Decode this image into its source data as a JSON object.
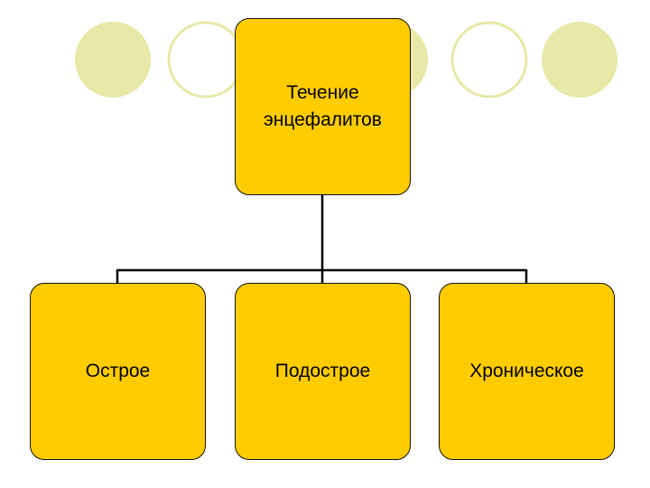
{
  "diagram": {
    "root": {
      "label": "Течение\nэнцефалитов"
    },
    "children": [
      {
        "label": "Острое"
      },
      {
        "label": "Подострое"
      },
      {
        "label": "Хроническое"
      }
    ]
  },
  "colors": {
    "box_fill": "#ffcc00",
    "box_border": "#111111",
    "connector": "#000000",
    "circle_filled": "#e8e8a8",
    "circle_outline": "#e8e8a8"
  }
}
